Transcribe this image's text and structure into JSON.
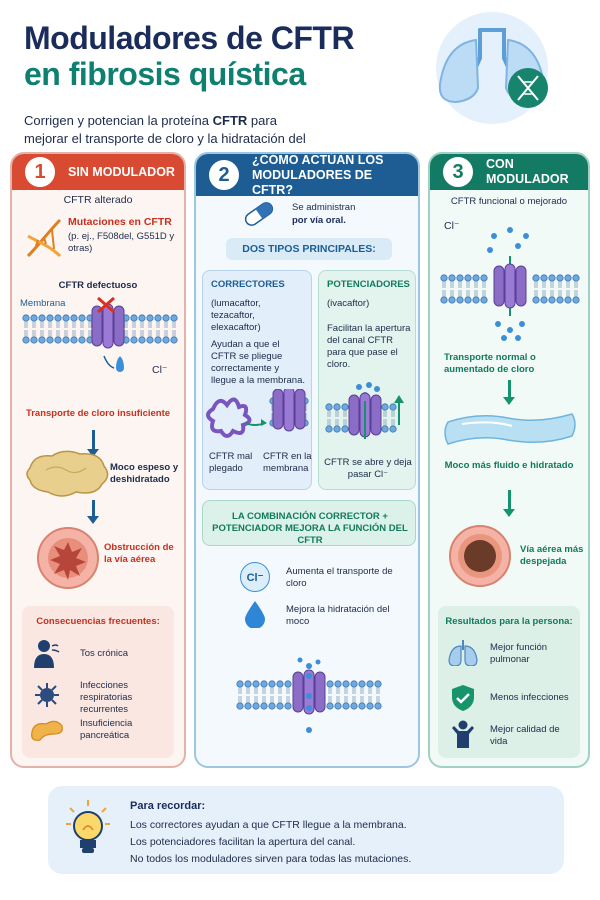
{
  "header": {
    "title_line1": "Moduladores de CFTR",
    "title_line2": "en fibrosis quística",
    "subtitle_pre": "Corrigen y potencian la proteína ",
    "subtitle_bold": "CFTR",
    "subtitle_post": " para mejorar el transporte de cloro y la hidratación del moco."
  },
  "col1": {
    "number": "1",
    "heading": "SIN MODULADOR",
    "cftr_state": "CFTR alterado",
    "mutations_title": "Mutaciones en CFTR",
    "mutations_detail": "(p. ej., F508del, G551D y otras)",
    "defective": "CFTR defectuoso",
    "membrane": "Membrana",
    "chloride": "Cl⁻",
    "transport_insufficient": "Transporte de cloro insuficiente",
    "mucus": "Moco espeso y deshidratado",
    "obstruction": "Obstrucción de la vía aérea",
    "consequences_title": "Consecuencias frecuentes:",
    "consequences": [
      {
        "label": "Tos crónica",
        "icon": "cough-icon"
      },
      {
        "label": "Infecciones respiratorias recurrentes",
        "icon": "virus-icon"
      },
      {
        "label": "Insuficiencia pancreática",
        "icon": "pancreas-icon"
      }
    ]
  },
  "col2": {
    "number": "2",
    "heading": "¿CÓMO ACTÚAN LOS MODULADORES DE CFTR?",
    "admin_pre": "Se administran",
    "admin_bold": "por vía oral.",
    "two_types": "DOS TIPOS PRINCIPALES:",
    "correctors_title": "CORRECTORES",
    "correctors_examples": "(lumacaftor, tezacaftor, elexacaftor)",
    "correctors_desc": "Ayudan a que el CFTR se pliegue correctamente y llegue a la membrana.",
    "misfolded_label": "CFTR mal plegado",
    "in_membrane_label": "CFTR en la membrana",
    "potentiators_title": "POTENCIADORES",
    "potentiators_examples": "(ivacaftor)",
    "potentiators_desc": "Facilitan la apertura del canal CFTR para que pase el cloro.",
    "opens_label": "CFTR se abre y deja pasar Cl⁻",
    "combination": "LA COMBINACIÓN CORRECTOR + POTENCIADOR MEJORA LA FUNCIÓN DEL CFTR",
    "chloride_badge": "Cl⁻",
    "benefit1": "Aumenta el transporte de cloro",
    "benefit2": "Mejora la hidratación del moco"
  },
  "col3": {
    "number": "3",
    "heading": "CON MODULADOR",
    "cftr_state": "CFTR funcional o mejorado",
    "chloride": "Cl⁻",
    "transport_normal": "Transporte normal o aumentado de cloro",
    "mucus": "Moco más fluido e hidratado",
    "airway": "Vía aérea más despejada",
    "results_title": "Resultados para la persona:",
    "results": [
      {
        "label": "Mejor función pulmonar",
        "icon": "lungs-icon"
      },
      {
        "label": "Menos infecciones",
        "icon": "shield-check-icon"
      },
      {
        "label": "Mejor calidad de vida",
        "icon": "person-icon"
      }
    ]
  },
  "remember": {
    "title": "Para recordar:",
    "lines": [
      "Los correctores ayudan a que CFTR llegue a la membrana.",
      "Los potenciadores facilitan la apertura del canal.",
      "No todos los moduladores sirven para todas las mutaciones."
    ]
  },
  "colors": {
    "red": "#d94a33",
    "blue": "#1d5d94",
    "green": "#137a64",
    "navy": "#1a2c5b",
    "teal": "#0f7f6f"
  }
}
